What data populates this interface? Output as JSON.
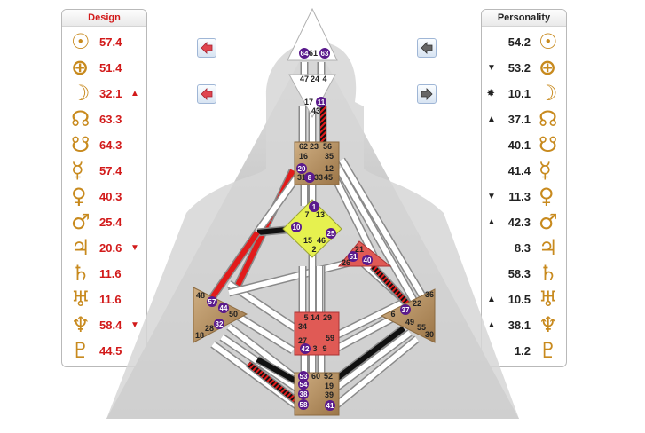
{
  "design": {
    "title": "Design",
    "rows": [
      {
        "planet": "Sun",
        "glyph": "☉",
        "value": "57.4",
        "mark": ""
      },
      {
        "planet": "Earth",
        "glyph": "⊕",
        "value": "51.4",
        "mark": ""
      },
      {
        "planet": "Moon",
        "glyph": "☽",
        "value": "32.1",
        "mark": "▲"
      },
      {
        "planet": "North Node",
        "glyph": "☊",
        "value": "63.3",
        "mark": ""
      },
      {
        "planet": "South Node",
        "glyph": "☋",
        "value": "64.3",
        "mark": ""
      },
      {
        "planet": "Mercury",
        "glyph": "☿",
        "value": "57.4",
        "mark": ""
      },
      {
        "planet": "Venus",
        "glyph": "♀",
        "value": "40.3",
        "mark": ""
      },
      {
        "planet": "Mars",
        "glyph": "♂",
        "value": "25.4",
        "mark": ""
      },
      {
        "planet": "Jupiter",
        "glyph": "♃",
        "value": "20.6",
        "mark": "▼"
      },
      {
        "planet": "Saturn",
        "glyph": "♄",
        "value": "11.6",
        "mark": ""
      },
      {
        "planet": "Uranus",
        "glyph": "♅",
        "value": "11.6",
        "mark": ""
      },
      {
        "planet": "Neptune",
        "glyph": "♆",
        "value": "58.4",
        "mark": "▼"
      },
      {
        "planet": "Pluto",
        "glyph": "♇",
        "value": "44.5",
        "mark": ""
      }
    ]
  },
  "personality": {
    "title": "Personality",
    "rows": [
      {
        "planet": "Sun",
        "glyph": "☉",
        "value": "54.2",
        "mark": ""
      },
      {
        "planet": "Earth",
        "glyph": "⊕",
        "value": "53.2",
        "mark": "▼"
      },
      {
        "planet": "Moon",
        "glyph": "☽",
        "value": "10.1",
        "mark": "✸"
      },
      {
        "planet": "North Node",
        "glyph": "☊",
        "value": "37.1",
        "mark": "▲"
      },
      {
        "planet": "South Node",
        "glyph": "☋",
        "value": "40.1",
        "mark": ""
      },
      {
        "planet": "Mercury",
        "glyph": "☿",
        "value": "41.4",
        "mark": ""
      },
      {
        "planet": "Venus",
        "glyph": "♀",
        "value": "11.3",
        "mark": "▼"
      },
      {
        "planet": "Mars",
        "glyph": "♂",
        "value": "42.3",
        "mark": "▲"
      },
      {
        "planet": "Jupiter",
        "glyph": "♃",
        "value": "8.3",
        "mark": ""
      },
      {
        "planet": "Saturn",
        "glyph": "♄",
        "value": "58.3",
        "mark": ""
      },
      {
        "planet": "Uranus",
        "glyph": "♅",
        "value": "10.5",
        "mark": "▲"
      },
      {
        "planet": "Neptune",
        "glyph": "♆",
        "value": "38.1",
        "mark": "▲"
      },
      {
        "planet": "Pluto",
        "glyph": "♇",
        "value": "1.2",
        "mark": ""
      }
    ]
  },
  "colors": {
    "design_red": "#d21a1a",
    "glyph_gold": "#c88a1e",
    "center_brown": "#b08858",
    "center_yellow": "#e6f14f",
    "center_red": "#e05a55",
    "active_gate": "#5a1a8c",
    "channel_red": "#e21b1b",
    "channel_black": "#111111"
  },
  "centers": [
    {
      "name": "head",
      "gates": [
        "64",
        "61",
        "63"
      ]
    },
    {
      "name": "ajna",
      "gates": [
        "47",
        "24",
        "4",
        "17",
        "43",
        "11"
      ]
    },
    {
      "name": "throat",
      "gates": [
        "62",
        "23",
        "56",
        "16",
        "35",
        "20",
        "12",
        "31",
        "8",
        "33",
        "45"
      ]
    },
    {
      "name": "g-center",
      "gates": [
        "1",
        "7",
        "13",
        "10",
        "25",
        "15",
        "46",
        "2"
      ]
    },
    {
      "name": "heart",
      "gates": [
        "21",
        "51",
        "26",
        "40"
      ]
    },
    {
      "name": "spleen",
      "gates": [
        "48",
        "57",
        "44",
        "50",
        "32",
        "28",
        "18"
      ]
    },
    {
      "name": "solar-plexus",
      "gates": [
        "36",
        "22",
        "37",
        "6",
        "49",
        "55",
        "30"
      ]
    },
    {
      "name": "sacral",
      "gates": [
        "5",
        "14",
        "29",
        "34",
        "27",
        "59",
        "42",
        "3",
        "9"
      ]
    },
    {
      "name": "root",
      "gates": [
        "53",
        "60",
        "52",
        "54",
        "19",
        "38",
        "39",
        "58",
        "41"
      ]
    }
  ]
}
